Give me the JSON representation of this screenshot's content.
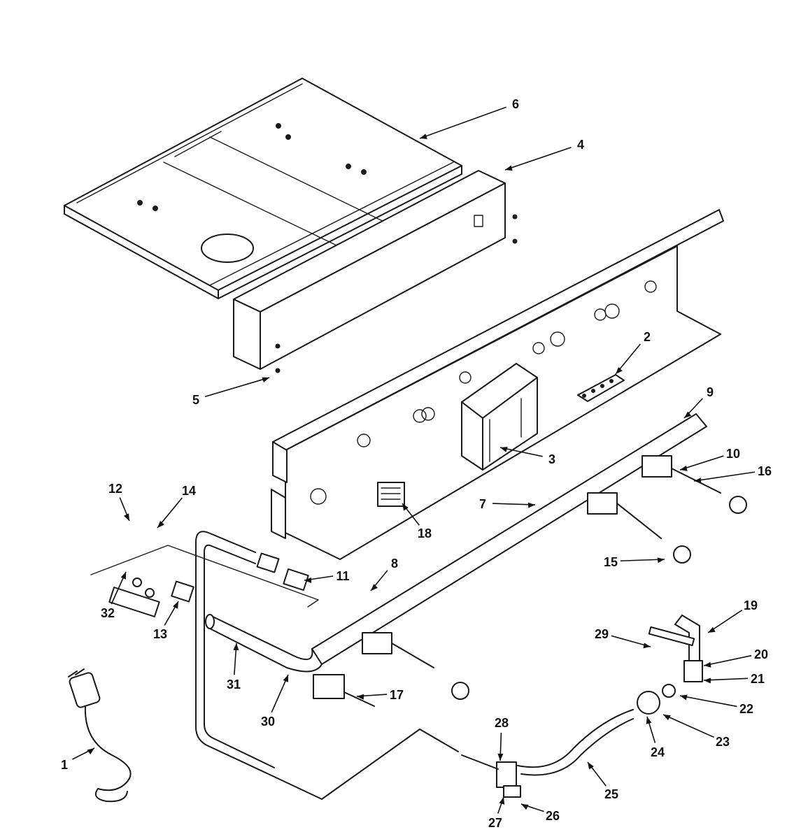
{
  "callouts": [
    {
      "id": "1",
      "text": "1"
    },
    {
      "id": "2",
      "text": "2"
    },
    {
      "id": "3",
      "text": "3"
    },
    {
      "id": "4",
      "text": "4"
    },
    {
      "id": "5",
      "text": "5"
    },
    {
      "id": "6",
      "text": "6"
    },
    {
      "id": "7",
      "text": "7"
    },
    {
      "id": "8",
      "text": "8"
    },
    {
      "id": "9",
      "text": "9"
    },
    {
      "id": "10",
      "text": "10"
    },
    {
      "id": "11",
      "text": "11"
    },
    {
      "id": "12",
      "text": "12"
    },
    {
      "id": "13",
      "text": "13"
    },
    {
      "id": "14",
      "text": "14"
    },
    {
      "id": "15",
      "text": "15"
    },
    {
      "id": "16",
      "text": "16"
    },
    {
      "id": "17",
      "text": "17"
    },
    {
      "id": "18",
      "text": "18"
    },
    {
      "id": "19",
      "text": "19"
    },
    {
      "id": "20",
      "text": "20"
    },
    {
      "id": "21",
      "text": "21"
    },
    {
      "id": "22",
      "text": "22"
    },
    {
      "id": "23",
      "text": "23"
    },
    {
      "id": "24",
      "text": "24"
    },
    {
      "id": "25",
      "text": "25"
    },
    {
      "id": "26",
      "text": "26"
    },
    {
      "id": "27",
      "text": "27"
    },
    {
      "id": "28",
      "text": "28"
    },
    {
      "id": "29",
      "text": "29"
    },
    {
      "id": "30",
      "text": "30"
    },
    {
      "id": "31",
      "text": "31"
    },
    {
      "id": "32",
      "text": "32"
    }
  ]
}
